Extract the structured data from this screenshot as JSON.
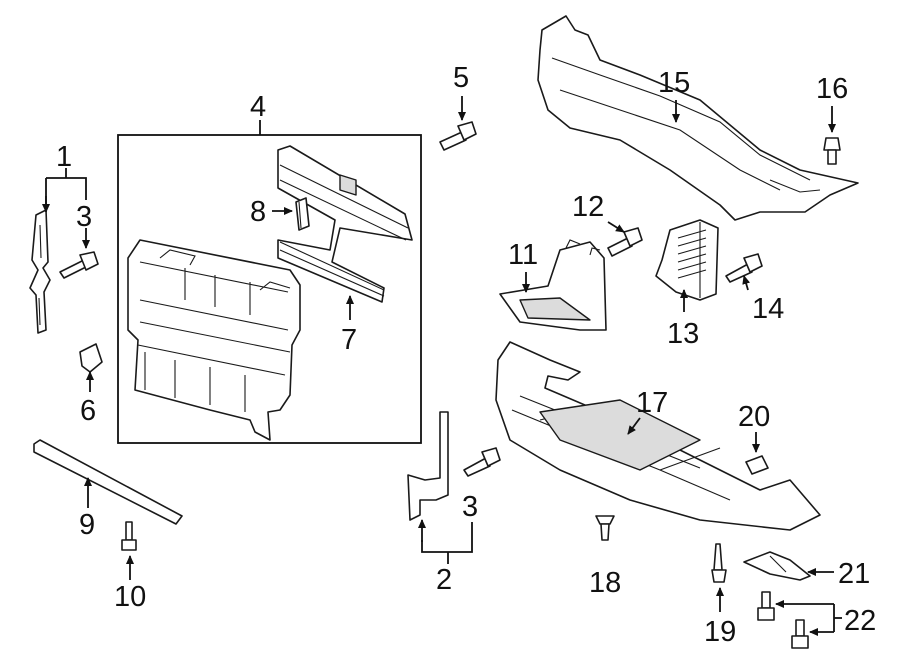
{
  "callouts": {
    "c1": "1",
    "c2": "2",
    "c3a": "3",
    "c3b": "3",
    "c4": "4",
    "c5": "5",
    "c6": "6",
    "c7": "7",
    "c8": "8",
    "c9": "9",
    "c10": "10",
    "c11": "11",
    "c12": "12",
    "c13": "13",
    "c14": "14",
    "c15": "15",
    "c16": "16",
    "c17": "17",
    "c18": "18",
    "c19": "19",
    "c20": "20",
    "c21": "21",
    "c22": "22"
  }
}
